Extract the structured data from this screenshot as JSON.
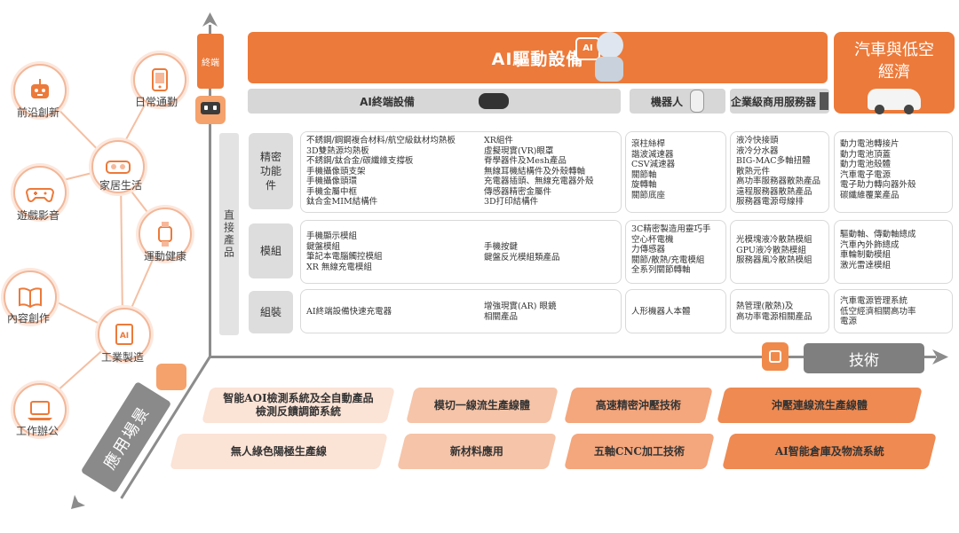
{
  "scenes": [
    {
      "label": "前沿創新",
      "icon": "robot-icon"
    },
    {
      "label": "日常通勤",
      "icon": "phone-icon"
    },
    {
      "label": "家居生活",
      "icon": "vr-headset-icon"
    },
    {
      "label": "遊戲影音",
      "icon": "gamepad-icon"
    },
    {
      "label": "運動健康",
      "icon": "smartwatch-icon"
    },
    {
      "label": "內容創作",
      "icon": "book-icon"
    },
    {
      "label": "工業製造",
      "icon": "ai-chip-icon"
    },
    {
      "label": "工作辦公",
      "icon": "laptop-icon"
    }
  ],
  "axes": {
    "terminal_tag": "終端",
    "tech": "技術",
    "application": "應用場景"
  },
  "header": {
    "main": "AI驅動設備",
    "side": "汽車與低空經濟",
    "sub": [
      "AI終端設備",
      "機器人",
      "企業級商用服務器"
    ]
  },
  "direct_products": "直接產品",
  "rows": [
    {
      "label": "精密功能件",
      "cells": [
        [
          "不銹鋼/鋼鋼複合材料/航空級鈦材均熱板",
          "3D雙熱源均熱板",
          "不銹鋼/鈦合金/碳纖維支撐板",
          "手機攝像頭支架",
          "手機攝像頭環",
          "手機金屬中框",
          "鈦合金MIM結構件"
        ],
        [
          "XR組件",
          "虛擬現實(VR)眼罩",
          "脊學器件及Mesh產品",
          "無線耳機結構件及外殼轉軸",
          "充電器插頭、無線充電器外殼",
          "傳感器精密金屬件",
          "3D打印結構件"
        ],
        [
          "滾柱絲桿",
          "諧波減速器",
          "CSV減速器",
          "關節軸",
          "旋轉軸",
          "關節底座"
        ],
        [
          "液冷快接頭",
          "液冷分水器",
          "BIG-MAC多軸扭體",
          "散熱元件",
          "高功率服務器散熱產品",
          "遠程服務器散熱產品",
          "服務器電源母線排"
        ],
        [
          "動力電池轉接片",
          "動力電池頂蓋",
          "動力電池殼體",
          "汽車電子電源",
          "電子助力轉向器外殼",
          "碳纖維覆業產品"
        ]
      ]
    },
    {
      "label": "模組",
      "cells": [
        [
          "手機顯示模組",
          "鍵盤模組",
          "筆記本電腦觸控模組",
          "XR 無線充電模組"
        ],
        [
          "手機按鍵",
          "鍵盤反光模組類產品"
        ],
        [
          "3C精密製造用靈巧手",
          "空心杯電機",
          "力傳感器",
          "關節/散熱/充電模組",
          "全系列關節轉軸"
        ],
        [
          "光模塊液冷散熱模組",
          "GPU液冷散熱模組",
          "服務器風冷散熱模組"
        ],
        [
          "驅動軸、傳動軸總成",
          "汽車內外飾總成",
          "車輪制動模組",
          "激光雷達模組"
        ]
      ]
    },
    {
      "label": "組裝",
      "cells": [
        [
          "AI終端設備快速充電器"
        ],
        [
          "增強現實(AR) 眼鏡",
          "相關產品"
        ],
        [
          "人形機器人本體"
        ],
        [
          "熱管理(散熱)及",
          "高功率電源相關產品"
        ],
        [
          "汽車電源管理系統",
          "低空經濟相關高功率",
          "電源"
        ]
      ]
    }
  ],
  "applications": [
    "智能AOI檢測系統及全自動產品檢測反饋調節系統",
    "模切一線流生產線體",
    "高速精密沖壓技術",
    "沖壓連線流生產線體",
    "無人綠色陽極生產線",
    "新材料應用",
    "五軸CNC加工技術",
    "AI智能倉庫及物流系統"
  ],
  "colors": {
    "accent": "#ec7a3a",
    "gray": "#7f7f7f",
    "light": "#fbe3d6"
  }
}
